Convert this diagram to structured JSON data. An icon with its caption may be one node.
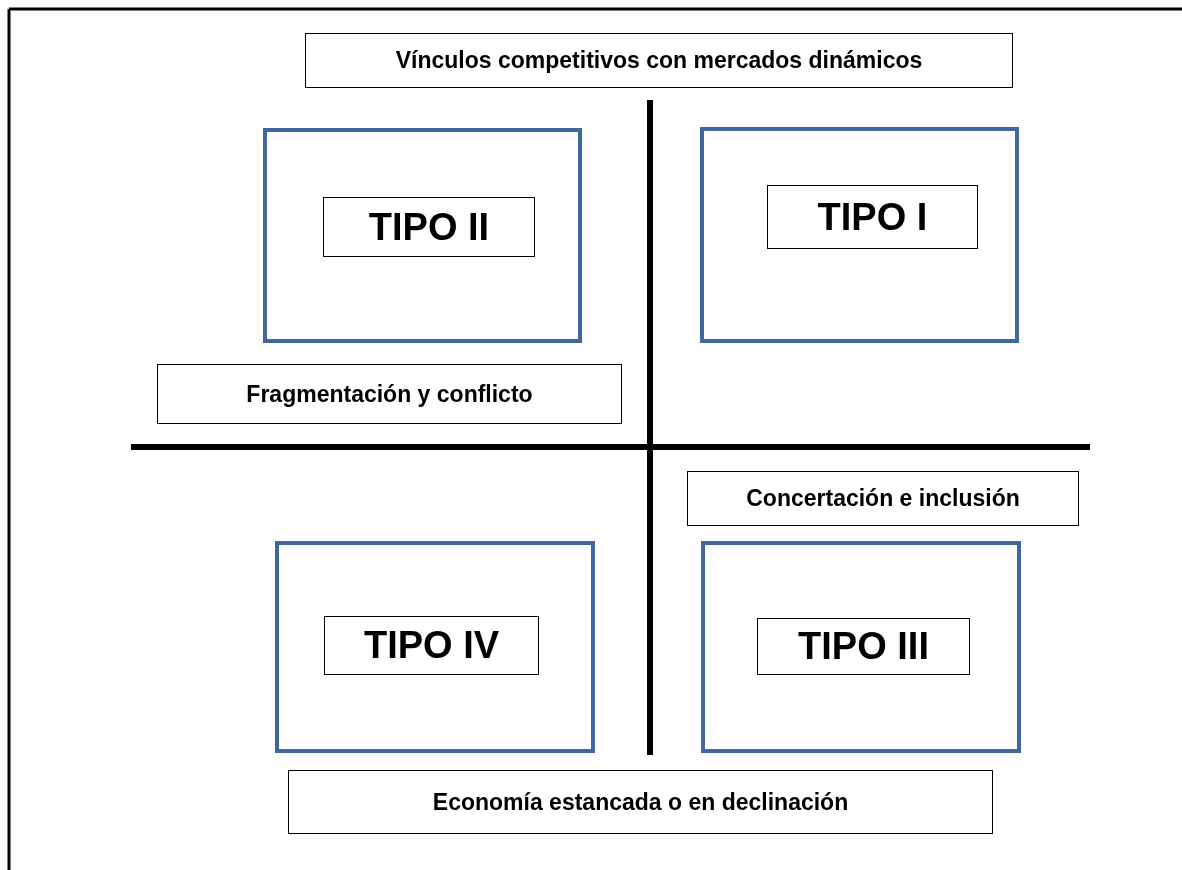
{
  "diagram": {
    "nodes": [
      {
        "text": [
          "Vínculos competitivos con mercados dinámicos"
        ]
      },
      {
        "text": [],
        "shape": "box"
      },
      {
        "text": [
          "TIPO II"
        ],
        "in": 1
      },
      {
        "text": [],
        "shape": "box"
      },
      {
        "text": [
          "TIPO I"
        ],
        "in": 3
      },
      {
        "text": [
          "Fragmentación y conflicto"
        ]
      },
      {
        "text": [
          "Concertación e inclusión"
        ]
      },
      {
        "text": [],
        "shape": "box"
      },
      {
        "text": [
          "TIPO IV"
        ],
        "in": 7
      },
      {
        "text": [],
        "shape": "box"
      },
      {
        "text": [
          "TIPO III"
        ],
        "in": 9
      },
      {
        "text": [
          "Economía estancada o en declinación"
        ]
      }
    ]
  }
}
